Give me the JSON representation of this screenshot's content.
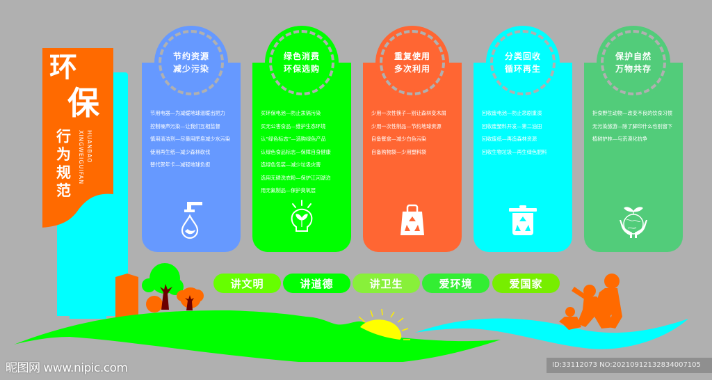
{
  "banner": {
    "title_chars": [
      "环",
      "保"
    ],
    "subtitle_chars": [
      "行",
      "为",
      "规",
      "范"
    ],
    "pinyin_line1": "HUANBAO",
    "pinyin_line2": "XINGWEIGUIFAN",
    "colors": {
      "orange": "#ff6a00",
      "cyan": "#00ffff"
    }
  },
  "cards": [
    {
      "title_line1": "节约资源",
      "title_line2": "减少污染",
      "color": "#6699ff",
      "icon": "faucet-water-drop-icon",
      "items": [
        "节用电器—为减缓地球温暖出把力",
        "控制噪声污染—让我们互相监督",
        "慎用清洁剂—尽量用肥皂减少水污染",
        "使用再生纸—减少森林砍伐",
        "替代贺年卡—减轻地球负担"
      ]
    },
    {
      "title_line1": "绿色消费",
      "title_line2": "环保选购",
      "color": "#00ff00",
      "icon": "lightbulb-leaf-icon",
      "items": [
        "买环保电池—防止汞镉污染",
        "买无公害食品—维护生态环境",
        "认“绿色标志”—选购绿色产品",
        "认绿色食品标志—保障自身健康",
        "选绿色包装—减少垃圾灾害",
        "选用无磷洗衣粉—保护江河湖泊",
        "用无氟制品—保护臭氧层"
      ]
    },
    {
      "title_line1": "重复使用",
      "title_line2": "多次利用",
      "color": "#ff6633",
      "icon": "recycle-bag-icon",
      "items": [
        "少用一次性筷子—别让森林变木屑",
        "少用一次性制品—节约地球资源",
        "自备餐盒—减少白色污染",
        "自备购物袋—少用塑料袋"
      ]
    },
    {
      "title_line1": "分类回收",
      "title_line2": "循环再生",
      "color": "#00ffff",
      "icon": "recycle-bin-icon",
      "items": [
        "回收废电池—防止悲剧重演",
        "回收废塑料开发—第二油田",
        "回收废纸—再造森林资源",
        "回收生物垃圾—再生绿色肥料"
      ]
    },
    {
      "title_line1": "保护自然",
      "title_line2": "万物共存",
      "color": "#52cc7a",
      "icon": "hands-globe-sprout-icon",
      "items": [
        "拒食野生动物—改变不良的饮食习惯",
        "无污染旅游—除了脚印什么也别留下",
        "植树护林—与荒漠化抗争"
      ]
    }
  ],
  "pills": [
    {
      "label": "讲文明",
      "color": "#66ff00"
    },
    {
      "label": "讲道德",
      "color": "#00ff00"
    },
    {
      "label": "讲卫生",
      "color": "#88f03a"
    },
    {
      "label": "爱环境",
      "color": "#33ee33"
    },
    {
      "label": "爱国家",
      "color": "#77ee00"
    }
  ],
  "footer": {
    "watermark_left": "昵图网 www.nipic.com",
    "watermark_right": "ID:33112073 NO:20210912132834007105"
  }
}
